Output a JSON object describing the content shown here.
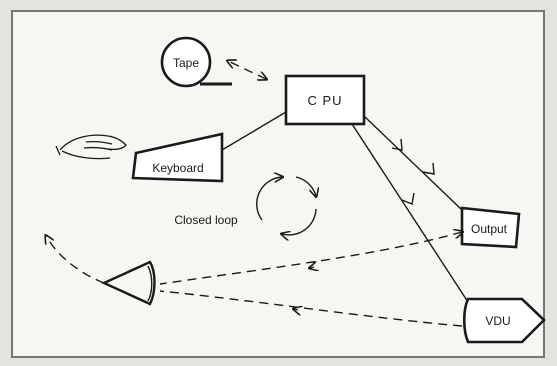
{
  "diagram": {
    "nodes": {
      "tape": "Tape",
      "cpu": "C PU",
      "keyboard": "Keyboard",
      "output": "Output",
      "vdu": "VDU",
      "loop": "Closed loop"
    },
    "icons": [
      "hand-icon",
      "eye-icon",
      "cycle-arrows-icon"
    ],
    "colors": {
      "ink": "#1a1a1a",
      "paper": "#f6f6f3"
    }
  }
}
